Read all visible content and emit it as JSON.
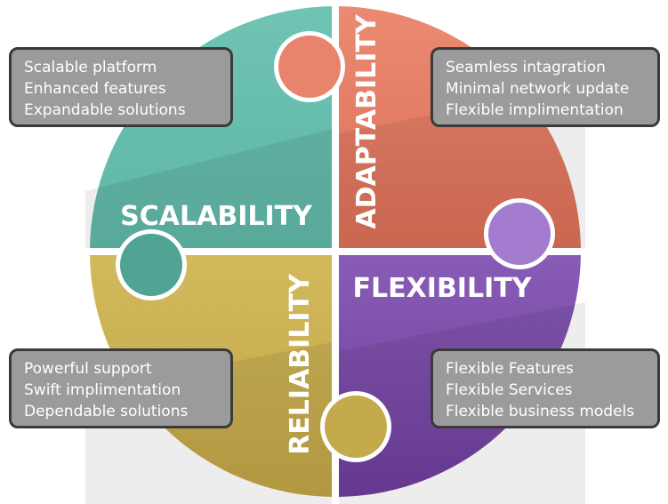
{
  "quadrants": {
    "scalability": {
      "label": "SCALABILITY",
      "color": "#62b9a9",
      "points": [
        "Scalable platform",
        "Enhanced features",
        "Expandable solutions"
      ]
    },
    "adaptability": {
      "label": "ADAPTABILITY",
      "color": "#dd6a4f",
      "points": [
        "Seamless intagration",
        "Minimal network update",
        "Flexible implimentation"
      ]
    },
    "reliability": {
      "label": "RELIABILITY",
      "color": "#d9c15a",
      "points": [
        "Powerful support",
        "Swift implimentation",
        "Dependable solutions"
      ]
    },
    "flexibility": {
      "label": "FLEXIBILITY",
      "color": "#8a5ab4",
      "points": [
        "Flexible Features",
        "Flexible Services",
        "Flexible business models"
      ]
    }
  }
}
